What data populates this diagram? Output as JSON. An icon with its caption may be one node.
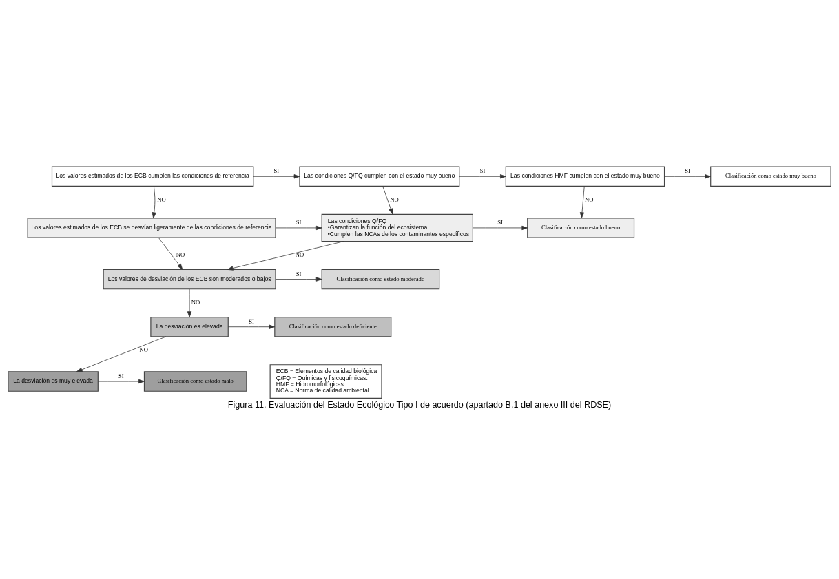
{
  "diagram": {
    "caption": "Figura 11. Evaluación del Estado Ecológico Tipo I de acuerdo (apartado B.1 del anexo III del RDSE)",
    "nodes": [
      {
        "text": [
          "Los valores estimados de los ECB cumplen las condiciones de referencia"
        ]
      },
      {
        "text": [
          "Las condiciones Q/FQ cumplen con el estado muy bueno"
        ]
      },
      {
        "text": [
          "Las condiciones HMF cumplen con el estado muy bueno"
        ]
      },
      {
        "text": [
          "Clasificación como estado muy bueno"
        ]
      },
      {
        "text": [
          "Los valores estimados de los ECB se desvían ligeramente de las condiciones de referencia"
        ]
      },
      {
        "text": [
          "Las condiciones Q/FQ",
          "•Garantizan la función del ecosistema.",
          "•Cumplen las NCAs de los contaminantes específicos"
        ]
      },
      {
        "text": [
          "Clasificación como estado bueno"
        ]
      },
      {
        "text": [
          "Los valores de desviación de los ECB son moderados o bajos"
        ]
      },
      {
        "text": [
          "Clasificación como estado moderado"
        ]
      },
      {
        "text": [
          "La desviación es elevada"
        ]
      },
      {
        "text": [
          "Clasificación como estado deficiente"
        ]
      },
      {
        "text": [
          "La desviación es muy elevada"
        ]
      },
      {
        "text": [
          "Clasificación como estado malo"
        ]
      },
      {
        "text": [
          "ECB = Elementos de calidad biológica",
          "Q/FQ = Químicas y fisicoquímicas.",
          "HMF = Hidromorfológicas.",
          "NCA = Norma de calidad ambiental"
        ]
      }
    ],
    "edges": [
      {
        "from": 0,
        "to": 1,
        "arrow": "to",
        "label": "SI"
      },
      {
        "from": 1,
        "to": 2,
        "arrow": "to",
        "label": "SI"
      },
      {
        "from": 2,
        "to": 3,
        "arrow": "to",
        "label": "SI"
      },
      {
        "from": 0,
        "to": 4,
        "arrow": "to",
        "label": "NO"
      },
      {
        "from": 1,
        "to": 5,
        "arrow": "to",
        "label": "NO"
      },
      {
        "from": 2,
        "to": 6,
        "arrow": "to",
        "label": "NO"
      },
      {
        "from": 4,
        "to": 5,
        "arrow": "to",
        "label": "SI"
      },
      {
        "from": 5,
        "to": 6,
        "arrow": "to",
        "label": "SI"
      },
      {
        "from": 4,
        "to": 7,
        "arrow": "to",
        "label": "NO"
      },
      {
        "from": 5,
        "to": 7,
        "arrow": "to",
        "label": "NO"
      },
      {
        "from": 7,
        "to": 8,
        "arrow": "to",
        "label": "SI"
      },
      {
        "from": 7,
        "to": 9,
        "arrow": "to",
        "label": "NO"
      },
      {
        "from": 9,
        "to": 10,
        "arrow": "to",
        "label": "SI"
      },
      {
        "from": 9,
        "to": 11,
        "arrow": "to",
        "label": "NO"
      },
      {
        "from": 11,
        "to": 12,
        "arrow": "to",
        "label": "SI"
      }
    ]
  }
}
